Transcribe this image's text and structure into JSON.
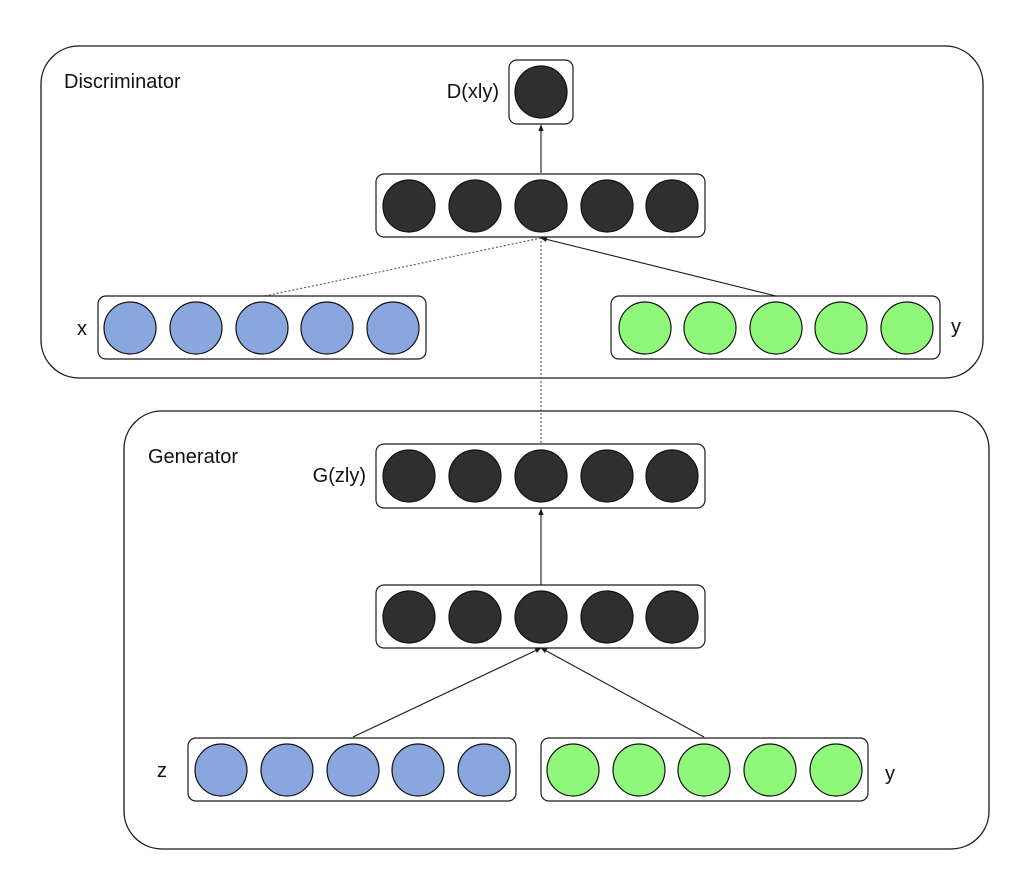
{
  "colors": {
    "black_node": "#2f2f2f",
    "input_node": "#8aa6de",
    "label_node": "#8ff77a",
    "stroke": "#1a1a1a"
  },
  "discriminator": {
    "title": "Discriminator",
    "output_label": "D(xly)",
    "x_label": "x",
    "y_label": "y"
  },
  "generator": {
    "title": "Generator",
    "output_label": "G(zly)",
    "z_label": "z",
    "y_label": "y"
  }
}
